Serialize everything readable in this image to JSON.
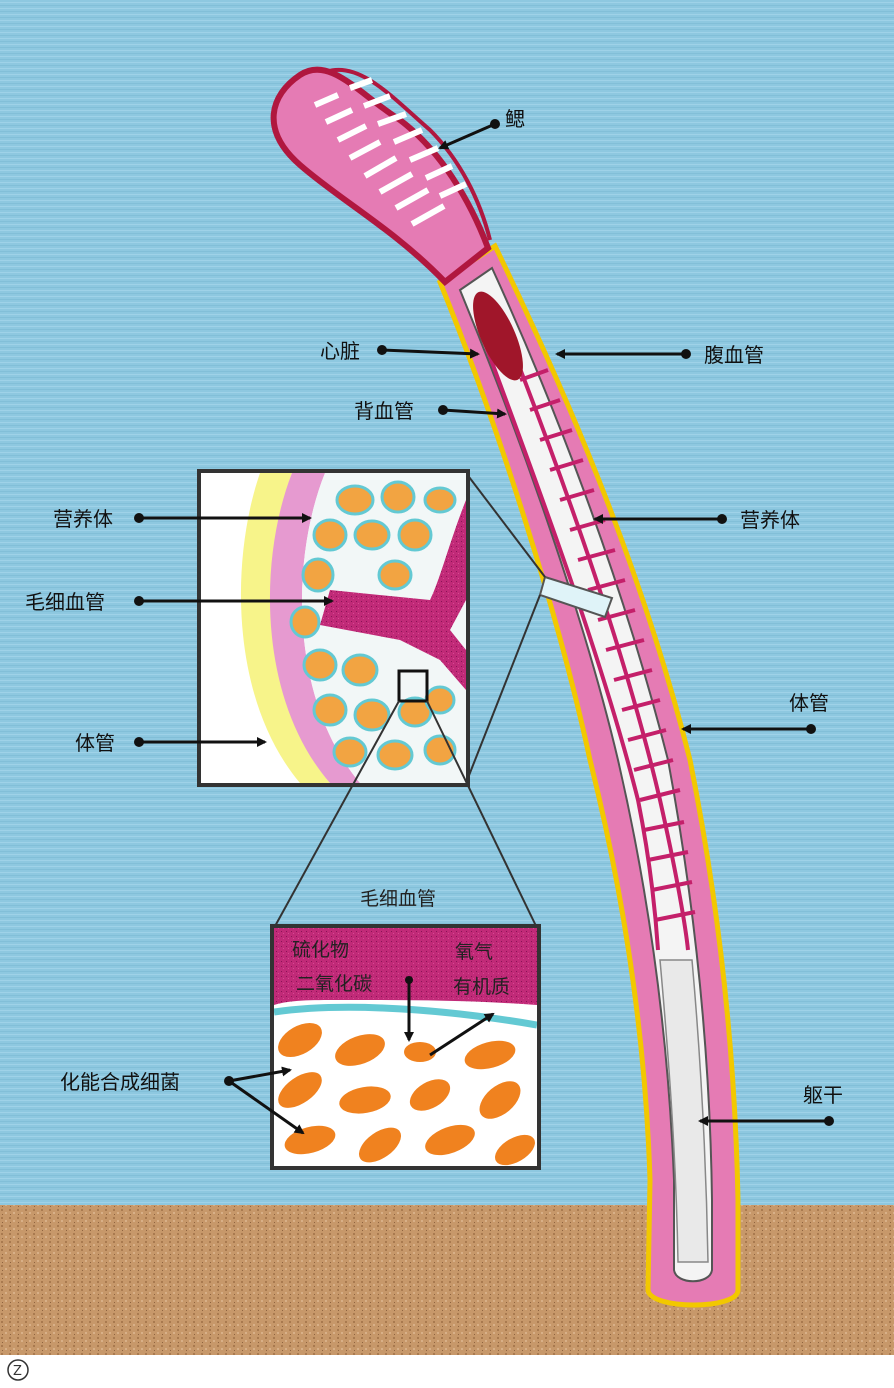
{
  "labels": {
    "gill": "鳃",
    "heart": "心脏",
    "ventral_vessel": "腹血管",
    "dorsal_vessel": "背血管",
    "trophosome_right": "营养体",
    "body_tube_right": "体管",
    "trunk": "躯干",
    "trophosome_left": "营养体",
    "capillary_left": "毛细血管",
    "body_tube_left": "体管",
    "capillary_title": "毛细血管",
    "sulfide": "硫化物",
    "co2": "二氧化碳",
    "oxygen": "氧气",
    "organic": "有机质",
    "chemo_bacteria": "化能合成细菌",
    "corner_mark": "Z"
  },
  "colors": {
    "water": "#8ec8e0",
    "sediment": "#c79a6a",
    "tube_outline": "#f2c800",
    "vessel": "#c4206a",
    "body_pink": "#e57bb4",
    "bacteria": "#f28a1e",
    "capillary_border": "#63c9d3",
    "gill_dark": "#b0173f"
  }
}
